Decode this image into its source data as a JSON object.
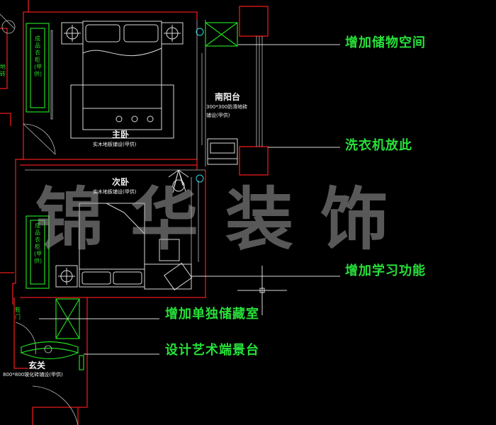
{
  "rooms": {
    "master": {
      "name": "主卧",
      "note": "实木地板铺设(甲供)"
    },
    "second": {
      "name": "次卧",
      "note": "实木地板铺设(甲供)"
    },
    "balcony": {
      "name": "南阳台",
      "note_line1": "300*300防滑地砖",
      "note_line2": "铺设(甲供)"
    },
    "entry": {
      "name": "玄关",
      "note": "800*800玻化砖铺设(甲供)"
    }
  },
  "wardrobe_label": "成品衣柜(甲供)",
  "side_labels": {
    "top_left": "地砖",
    "door_left": "鞋门"
  },
  "callouts": [
    {
      "text": "增加储物空间"
    },
    {
      "text": "洗衣机放此"
    },
    {
      "text": "增加学习功能"
    },
    {
      "text": "增加单独储藏室"
    },
    {
      "text": "设计艺术端景台"
    }
  ],
  "watermark": "锦华装饰",
  "colors": {
    "wall": "#e81919",
    "callout": "#27e03a",
    "furniture": "#d9d9d9",
    "background": "#000000"
  }
}
